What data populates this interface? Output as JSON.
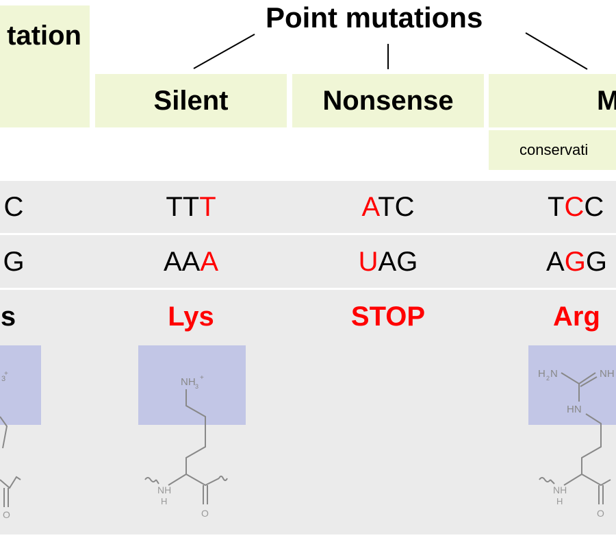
{
  "title": "Point mutations",
  "columns": {
    "left": {
      "header": "tation",
      "codon": "C",
      "mrna": "G",
      "amino_acid": "s"
    },
    "silent": {
      "header": "Silent",
      "codon": {
        "prefix": "TT",
        "mut": "T",
        "suffix": ""
      },
      "mrna": {
        "prefix": "AA",
        "mut": "A",
        "suffix": ""
      },
      "amino_acid": "Lys",
      "structure_label": "NH",
      "structure_sub": "3",
      "structure_sup": "+"
    },
    "nonsense": {
      "header": "Nonsense",
      "codon": {
        "prefix": "",
        "mut": "A",
        "suffix": "TC"
      },
      "mrna": {
        "prefix": "",
        "mut": "U",
        "suffix": "AG"
      },
      "amino_acid": "STOP"
    },
    "missense": {
      "header": "M",
      "subheader": "conservati",
      "codon": {
        "prefix": "T",
        "mut": "C",
        "suffix": "C"
      },
      "mrna": {
        "prefix": "A",
        "mut": "G",
        "suffix": "G"
      },
      "amino_acid": "Arg",
      "structure_labels": [
        "H2N",
        "NH",
        "HN"
      ]
    }
  },
  "backbone_labels": [
    "NH",
    "H",
    "O"
  ],
  "colors": {
    "header_bg": "#f0f6d6",
    "panel_bg": "#ebebeb",
    "box_bg": "#c2c6e6",
    "mutation": "#ff0000"
  }
}
